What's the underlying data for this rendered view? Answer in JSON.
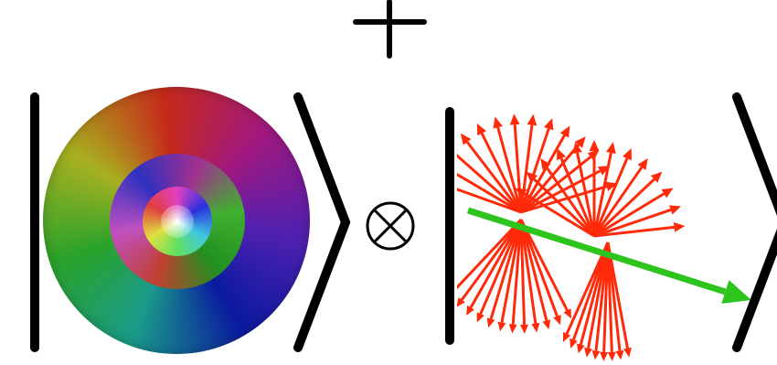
{
  "diagram": {
    "top_symbol": "plus",
    "operator_symbol": "tensor-product",
    "left_ket": {
      "content": "radial-color-wheel-pattern",
      "colors": [
        "#2aa32a",
        "#a8b020",
        "#c62a1a",
        "#a01880",
        "#0a1aa0",
        "#1a9a8a"
      ]
    },
    "right_ket": {
      "content": "vector-field-arrows",
      "arrow_color": "#ff2a0a",
      "axis_arrow_color": "#2ec41e"
    },
    "stroke_color": "#000000"
  }
}
